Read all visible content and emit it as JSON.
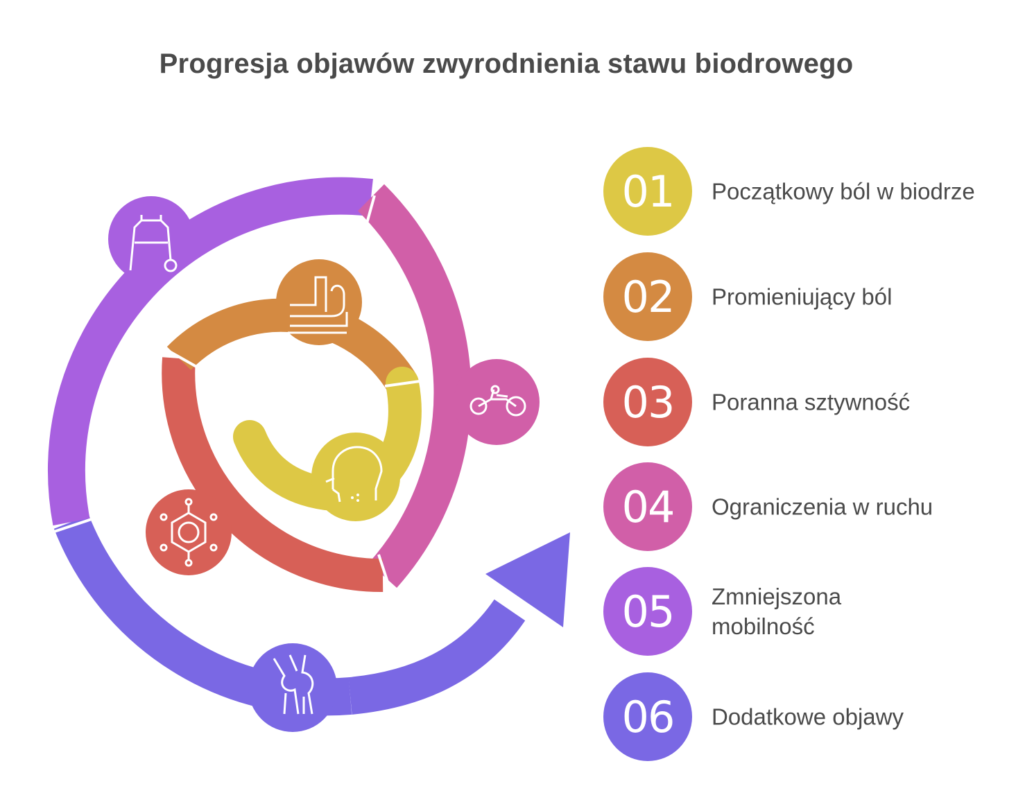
{
  "title": "Progresja objawów zwyrodnienia stawu biodrowego",
  "steps": [
    {
      "number": "01",
      "label": "Początkowy ból w biodrze",
      "color": "#ddc845",
      "icon": "person-head-pain-icon"
    },
    {
      "number": "02",
      "label": "Promieniujący ból",
      "color": "#d48a42",
      "icon": "leg-joint-pain-icon"
    },
    {
      "number": "03",
      "label": "Poranna sztywność",
      "color": "#d76057",
      "icon": "stiffness-hexagon-icon"
    },
    {
      "number": "04",
      "label": "Ograniczenia w ruchu",
      "color": "#d15fa8",
      "icon": "bicycle-icon"
    },
    {
      "number": "05",
      "label": "Zmniejszona mobilność",
      "color": "#a860e0",
      "icon": "walker-icon"
    },
    {
      "number": "06",
      "label": "Dodatkowe objawy",
      "color": "#7a68e4",
      "icon": "knee-joint-icon"
    }
  ]
}
